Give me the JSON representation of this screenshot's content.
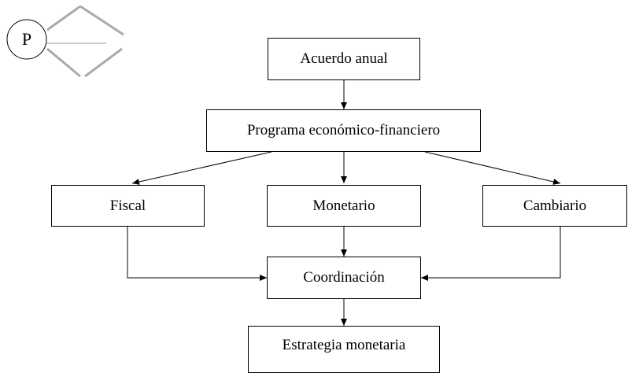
{
  "logo": {
    "letter": "P"
  },
  "nodes": {
    "acuerdo": "Acuerdo anual",
    "programa": "Programa económico-financiero",
    "fiscal": "Fiscal",
    "monetario": "Monetario",
    "cambiario": "Cambiario",
    "coordinacion": "Coordinación",
    "estrategia": "Estrategia monetaria"
  }
}
